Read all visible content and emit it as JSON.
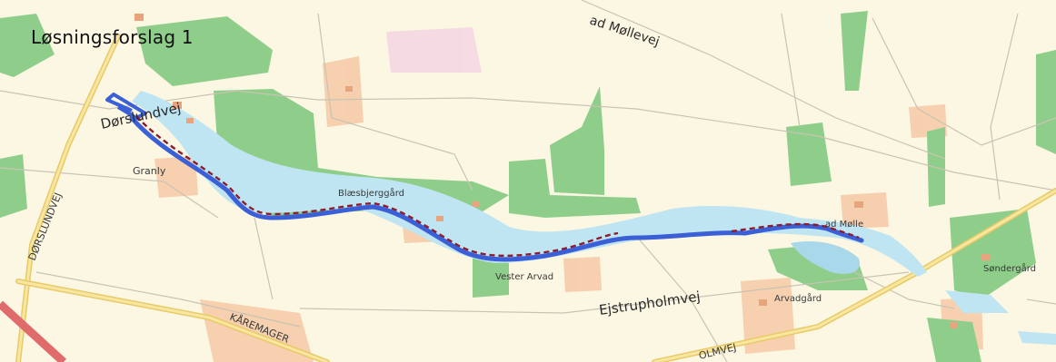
{
  "title": "Løsningsforslag 1",
  "colors": {
    "background": "#fbf7e2",
    "forest": "#8fce8a",
    "water": "#bfe4f2",
    "main_road": "#f2dc78",
    "highway": "#e06b6b",
    "farmland": "#f5c9a6",
    "route_blue": "#3b5fd6",
    "route_red_dashed": "#8b1d2c"
  },
  "labels": {
    "dorslundvej_top": "Dørslundvej",
    "dorslundvej_left": "DØRSLUNDVEJ",
    "granly": "Granly",
    "mollevej": "ad Møllevej",
    "blaesbjerggard": "Blæsbjerggård",
    "vester_arvad": "Vester Arvad",
    "ejstrupholmvej": "Ejstrupholmvej",
    "karemager": "KÅREMAGER",
    "holmvej": "OLMVEJ",
    "arvadgard": "Arvadgård",
    "arvad_molle": "ad Mølle",
    "sondergard": "Søndergård"
  },
  "icons": {
    "route": "route-line",
    "dashed": "proposal-dashed-line"
  }
}
